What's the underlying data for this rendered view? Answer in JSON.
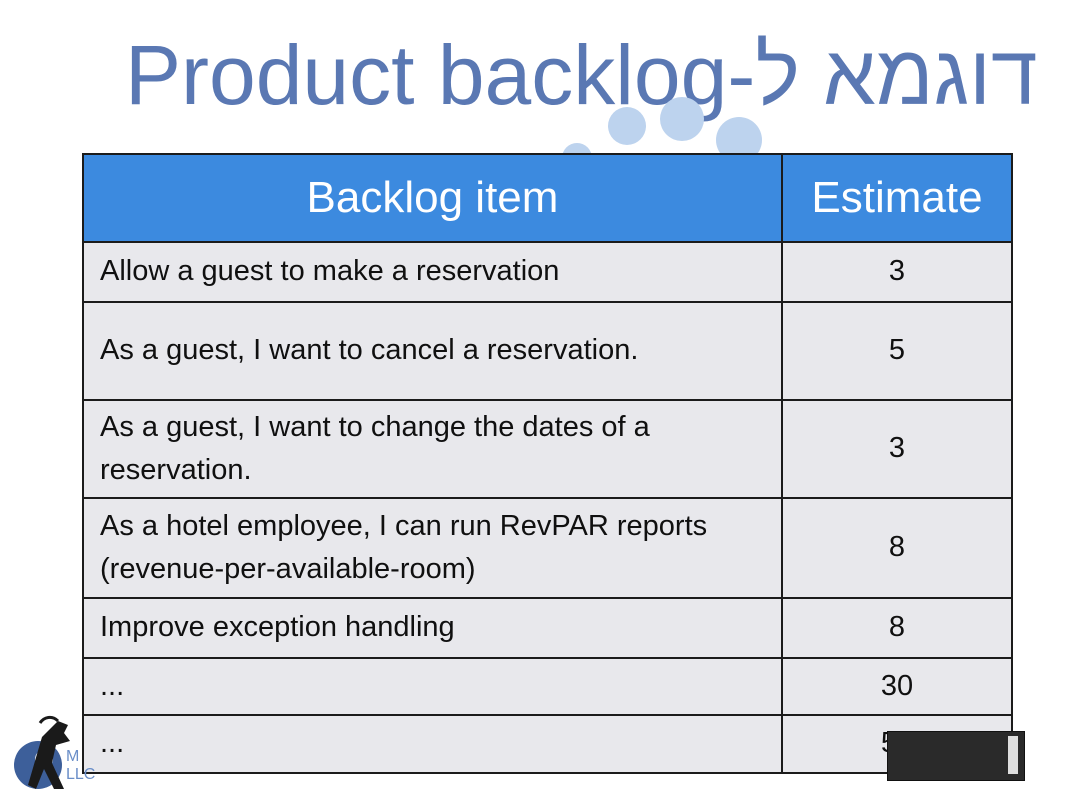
{
  "slide": {
    "title": "Product backlog-דוגמא ל"
  },
  "table": {
    "headers": {
      "item": "Backlog item",
      "estimate": "Estimate"
    },
    "rows": [
      {
        "item": "Allow a guest to make a reservation",
        "estimate": "3"
      },
      {
        "item": "As a guest, I want to cancel a reservation.",
        "estimate": "5"
      },
      {
        "item": "As a guest, I want to change the dates of a reservation.",
        "estimate": "3"
      },
      {
        "item": "As a hotel employee, I can run RevPAR reports (revenue-per-available-room)",
        "estimate": "8"
      },
      {
        "item": "Improve exception handling",
        "estimate": "8"
      },
      {
        "item": "...",
        "estimate": "30"
      },
      {
        "item": "...",
        "estimate": "50"
      }
    ]
  },
  "logo": {
    "text_line1": "M",
    "text_line2": "LLC"
  },
  "colors": {
    "title": "#5a78b3",
    "header_bg": "#3c8adf",
    "cell_bg": "#e8e8ec"
  }
}
